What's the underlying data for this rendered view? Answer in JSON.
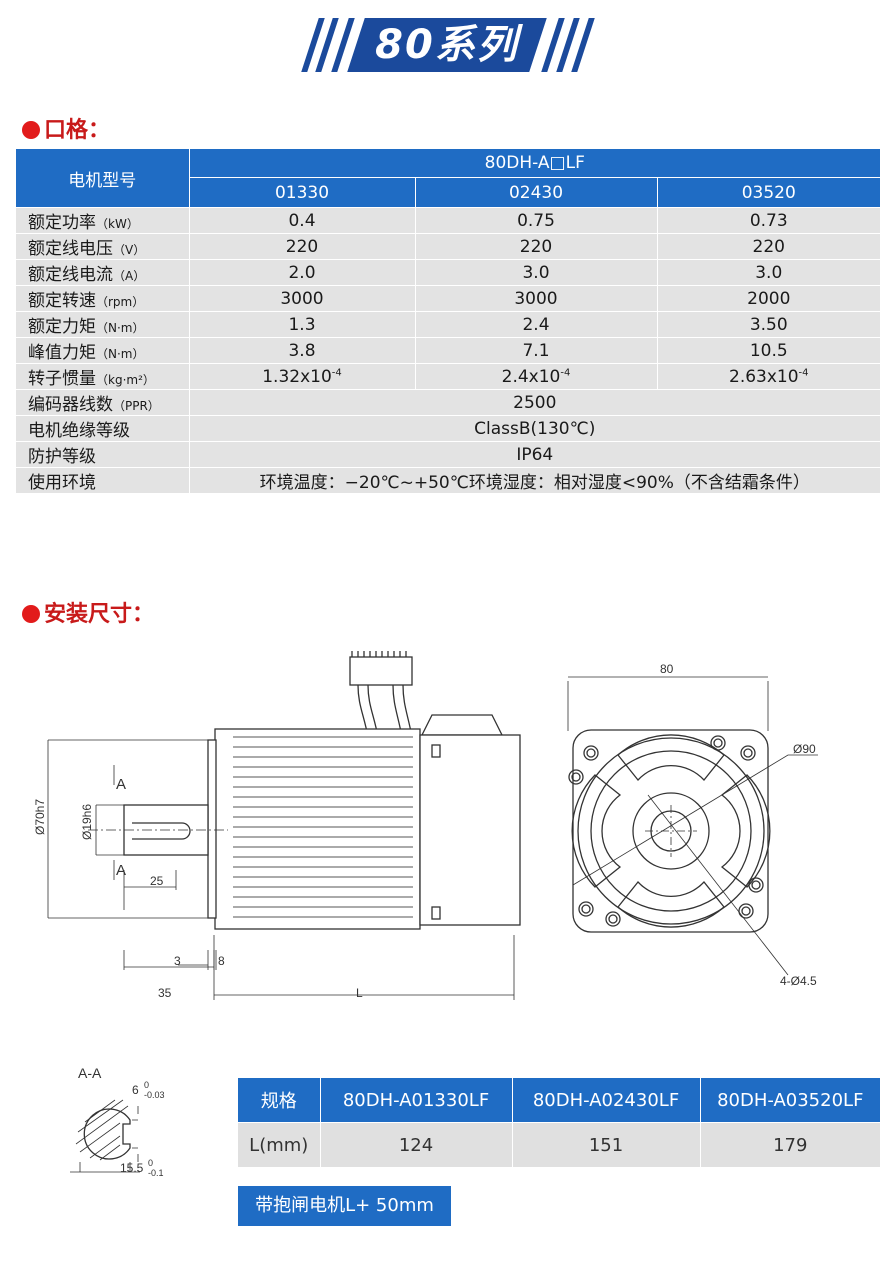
{
  "banner": {
    "title": "80系列"
  },
  "sections": {
    "spec": "口格：",
    "install": "安装尺寸："
  },
  "spec_table": {
    "model_header": "电机型号",
    "series": "80DH-A□LF",
    "columns": [
      "01330",
      "02430",
      "03520"
    ],
    "rows": [
      {
        "label": "额定功率",
        "unit": "（kW）",
        "values": [
          "0.4",
          "0.75",
          "0.73"
        ]
      },
      {
        "label": "额定线电压",
        "unit": "（V）",
        "values": [
          "220",
          "220",
          "220"
        ]
      },
      {
        "label": "额定线电流",
        "unit": "（A）",
        "values": [
          "2.0",
          "3.0",
          "3.0"
        ]
      },
      {
        "label": "额定转速",
        "unit": "（rpm）",
        "values": [
          "3000",
          "3000",
          "2000"
        ]
      },
      {
        "label": "额定力矩",
        "unit": "（N·m）",
        "values": [
          "1.3",
          "2.4",
          "3.50"
        ]
      },
      {
        "label": "峰值力矩",
        "unit": "（N·m）",
        "values": [
          "3.8",
          "7.1",
          "10.5"
        ]
      },
      {
        "label": "转子惯量",
        "unit": "（kg·m²）",
        "values": [
          "1.32x10",
          "2.4x10",
          "2.63x10"
        ],
        "exponent": "-4"
      }
    ],
    "span_rows": [
      {
        "label": "编码器线数",
        "unit": "（PPR）",
        "value": "2500"
      },
      {
        "label": "电机绝缘等级",
        "unit": "",
        "value": "ClassB(130℃)"
      },
      {
        "label": "防护等级",
        "unit": "",
        "value": "IP64"
      },
      {
        "label": "使用环境",
        "unit": "",
        "value": "环境温度：−20℃~+50℃环境湿度：相对湿度<90%（不含结霜条件）"
      }
    ]
  },
  "drawing": {
    "dim_80": "80",
    "dim_d90": "Ø90",
    "dim_holes": "4-Ø4.5",
    "dim_d70": "Ø70h7",
    "dim_d19": "Ø19h6",
    "dim_25": "25",
    "dim_3": "3",
    "dim_8": "8",
    "dim_35": "35",
    "dim_L": "L",
    "section_A": "A"
  },
  "section_aa": {
    "title": "A-A",
    "key_width": "6",
    "key_tol_top": "0",
    "key_tol_bottom": "-0.03",
    "depth": "15.5",
    "depth_tol_top": "0",
    "depth_tol_bottom": "-0.1"
  },
  "dim_table": {
    "header_label": "规格",
    "models": [
      "80DH-A01330LF",
      "80DH-A02430LF",
      "80DH-A03520LF"
    ],
    "row_label": "L(mm)",
    "values": [
      "124",
      "151",
      "179"
    ]
  },
  "note": "带抱闸电机L+ 50mm"
}
